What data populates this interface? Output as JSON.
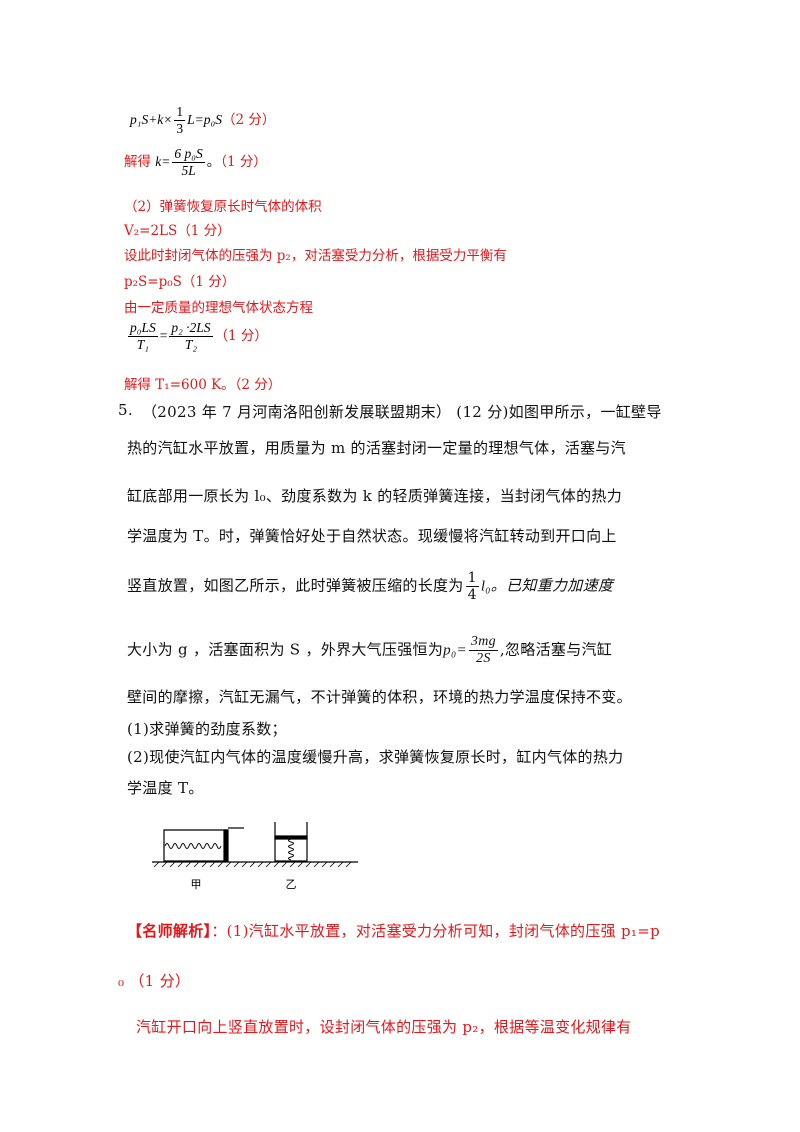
{
  "sol_prev": {
    "eq_force": {
      "left": "p₁S+k×",
      "frac_num": "1",
      "frac_den": "3",
      "after": "L=p₀S",
      "score": "（2 分）"
    },
    "k_result": {
      "prefix": "解得 ",
      "var": "k=",
      "frac_num": "6 p₀S",
      "frac_den": "5L",
      "end": "。",
      "score": "（1 分）"
    },
    "part2_title": "（2）弹簧恢复原长时气体的体积",
    "v2_eq": "V₂=2LS（1 分）",
    "p2_intro": "设此时封闭气体的压强为 p₂，对活塞受力分析，根据受力平衡有",
    "p2_eq": "p₂S=p₀S（1 分）",
    "state_eq_intro": "由一定质量的理想气体状态方程",
    "state_eq": {
      "l_num": "p₀LS",
      "l_den": "T₁",
      "eq": "=",
      "r_num": "p₂ ·2LS",
      "r_den": "T₂",
      "score": "（1 分）"
    },
    "t1_result": "解得 T₁=600 K。（2 分）"
  },
  "problem5": {
    "number": "5.",
    "line1": "（2023 年 7 月河南洛阳创新发展联盟期末） (12 分)如图甲所示，一缸壁导",
    "line2": "热的汽缸水平放置，用质量为 m 的活塞封闭一定量的理想气体，活塞与汽",
    "line3": "缸底部用一原长为 l₀、劲度系数为 k 的轻质弹簧连接，当封闭气体的热力",
    "line4": "学温度为 T。时，弹簧恰好处于自然状态。现缓慢将汽缸转动到开口向上",
    "line5_pre": "竖直放置，如图乙所示，此时弹簧被压缩的长度为",
    "line5_frac_num": "1",
    "line5_frac_den": "4",
    "line5_post": "l₀。已知重力加速度",
    "line6_pre": "大小为 g ，活塞面积为 S ，外界大气压强恒为",
    "line6_var": "p₀=",
    "line6_frac_num": "3mg",
    "line6_frac_den": "2S",
    "line6_post": ",忽略活塞与汽缸",
    "line7": "壁间的摩擦，汽缸无漏气，不计弹簧的体积，环境的热力学温度保持不变。",
    "q1": "(1)求弹簧的劲度系数；",
    "q2_line1": "(2)现使汽缸内气体的温度缓慢升高，求弹簧恢复原长时，缸内气体的热力",
    "q2_line2": "学温度 T。",
    "fig_label_a": "甲",
    "fig_label_b": "乙"
  },
  "analysis": {
    "tag": "【名师解析】",
    "line1": "：(1)汽缸水平放置，对活塞受力分析可知，封闭气体的压强 p₁=p",
    "line2": "₀ （1 分）",
    "line3": "汽缸开口向上竖直放置时，设封闭气体的压强为 p₂，根据等温变化规律有"
  }
}
